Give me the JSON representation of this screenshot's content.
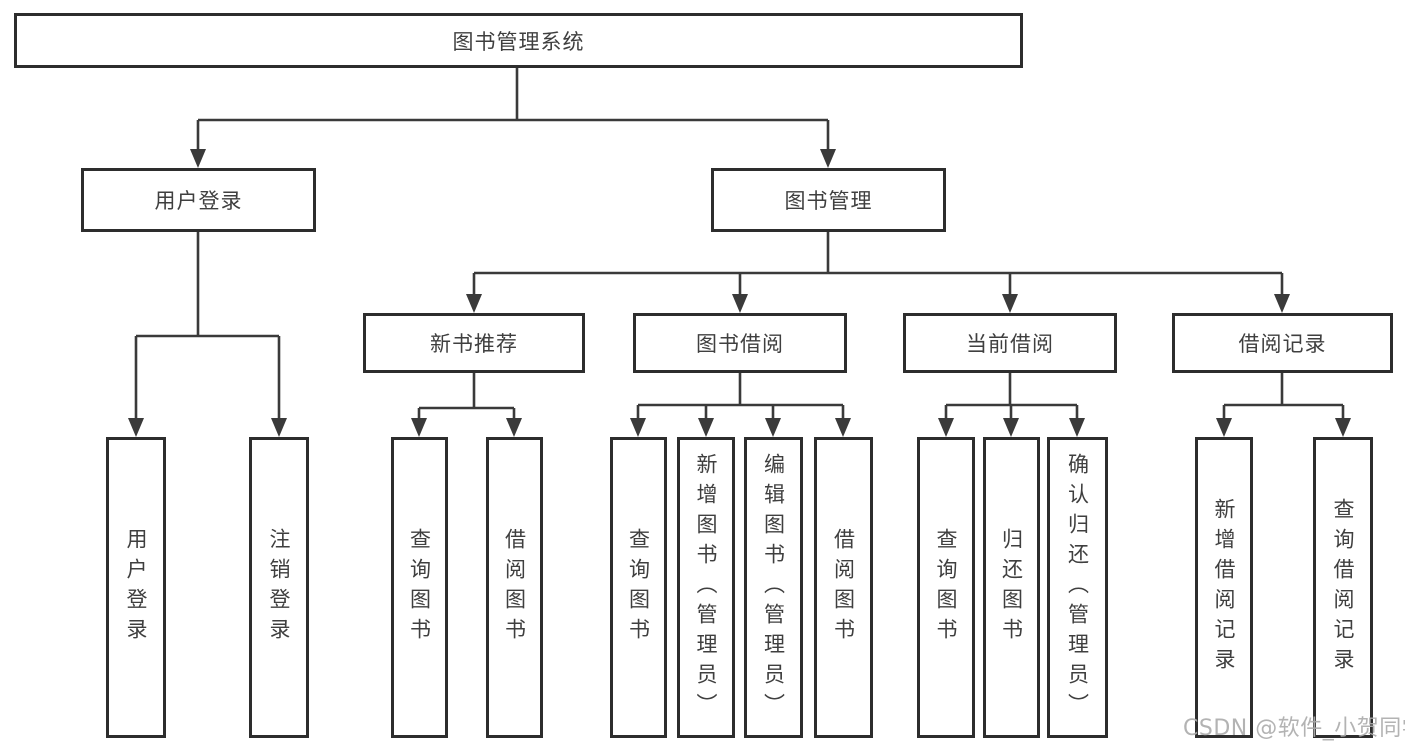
{
  "diagram": {
    "root": {
      "label": "图书管理系统"
    },
    "level1": [
      {
        "label": "用户登录"
      },
      {
        "label": "图书管理"
      }
    ],
    "level2": [
      {
        "label": "新书推荐"
      },
      {
        "label": "图书借阅"
      },
      {
        "label": "当前借阅"
      },
      {
        "label": "借阅记录"
      }
    ],
    "leaves": {
      "user": [
        {
          "label": "用户登录"
        },
        {
          "label": "注销登录"
        }
      ],
      "recommend": [
        {
          "label": "查询图书"
        },
        {
          "label": "借阅图书"
        }
      ],
      "borrow": [
        {
          "label": "查询图书"
        },
        {
          "label": "新增图书（管理员）"
        },
        {
          "label": "编辑图书（管理员）"
        },
        {
          "label": "借阅图书"
        }
      ],
      "current": [
        {
          "label": "查询图书"
        },
        {
          "label": "归还图书"
        },
        {
          "label": "确认归还（管理员）"
        }
      ],
      "records": [
        {
          "label": "新增借阅记录"
        },
        {
          "label": "查询借阅记录"
        }
      ]
    },
    "watermark": "CSDN @软件_小贺同学",
    "colors": {
      "line": "#3a3a3a",
      "box_border": "#2d2d2d",
      "box_fill": "#ffffff",
      "text": "#3f3f3f",
      "background": "#ffffff",
      "watermark": "#acacac"
    }
  }
}
